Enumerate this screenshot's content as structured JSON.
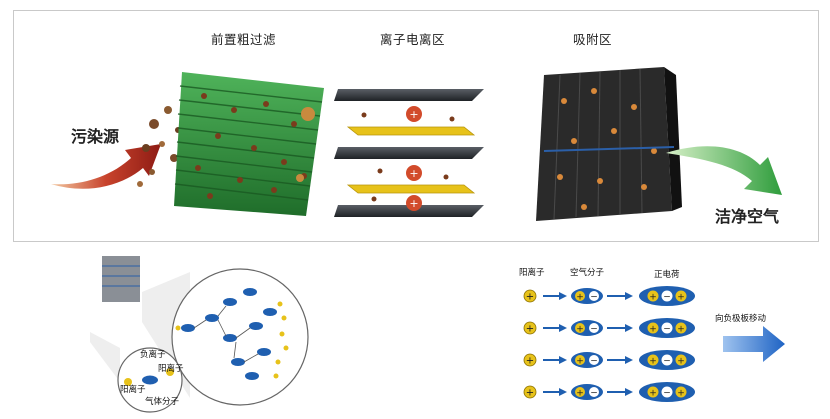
{
  "top": {
    "source_label": "污染源",
    "stage1_label": "前置粗过滤",
    "stage2_label": "离子电离区",
    "stage3_label": "吸附区",
    "output_label": "洁净空气"
  },
  "magnifier": {
    "negative_ion_label": "负离子",
    "positive_ion_label": "阳离子",
    "left_ion_label": "阳离子",
    "gas_molecule_label": "气体分子"
  },
  "legend": {
    "cation_label": "阳离子",
    "air_molecule_label": "空气分子",
    "positive_charge_label": "正电荷",
    "move_label": "向负极板移动",
    "plus_symbol": "+",
    "minus_symbol": "−"
  },
  "colors": {
    "filter_green": "#2e8b3a",
    "plate_dark": "#2a2a2a",
    "yellow_ion": "#e7c21a",
    "molecule_blue": "#1f5fb0",
    "arrow_red": "#b3261e",
    "arrow_green": "#3bb54a",
    "arrow_blue": "#1e63c4"
  }
}
